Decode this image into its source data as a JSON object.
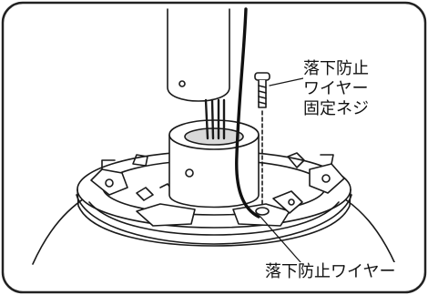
{
  "labels": {
    "fall_prevention_screw": {
      "line1": "落下防止",
      "line2": "ワイヤー",
      "line3": "固定ネジ"
    },
    "fall_prevention_wire": "落下防止ワイヤー"
  },
  "colors": {
    "frame": "#222222",
    "line": "#1a1a1a",
    "fill_light": "#ffffff",
    "fill_shade": "#d9d9d9"
  }
}
